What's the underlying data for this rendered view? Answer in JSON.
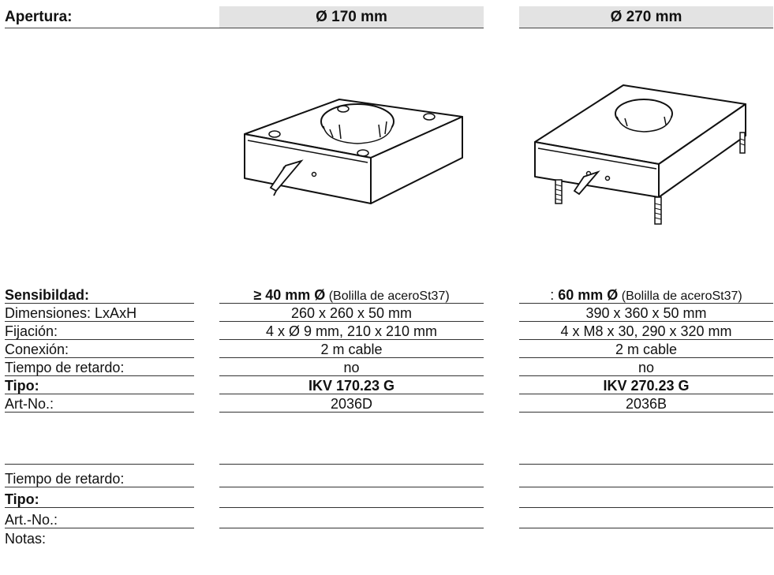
{
  "header": {
    "label": "Apertura:",
    "col1": "Ø 170 mm",
    "col2": "Ø 270 mm"
  },
  "rows": [
    {
      "label": "Sensibildad:",
      "bold": true,
      "col1_bold": "≥ 40 mm Ø",
      "col1_rest": " (Bolilla de aceroSt37)",
      "col2_prefix": ": ",
      "col2_bold": "60 mm Ø",
      "col2_rest": " (Bolilla de aceroSt37)"
    },
    {
      "label": "Dimensiones: LxAxH",
      "col1": "260 x 260 x 50 mm",
      "col2": "390 x 360 x 50 mm"
    },
    {
      "label": "Fijación:",
      "col1": "4 x Ø 9 mm, 210 x 210 mm",
      "col2": "4 x M8 x 30, 290 x 320 mm"
    },
    {
      "label": "Conexión:",
      "col1": "2 m cable",
      "col2": "2 m cable"
    },
    {
      "label": "Tiempo de retardo:",
      "col1": "no",
      "col2": "no"
    },
    {
      "label": "Tipo:",
      "col1": "IKV 170.23 G",
      "col2": "IKV 270.23 G"
    },
    {
      "label": "Art-No.:",
      "col1": "2036D",
      "col2": "2036B"
    },
    {
      "label": "",
      "col1": "",
      "col2": ""
    },
    {
      "label": "Tiempo de retardo:",
      "col1": "",
      "col2": ""
    },
    {
      "label": "Tipo:",
      "col1": "",
      "col2": ""
    },
    {
      "label": "Art.-No.:",
      "col1": "",
      "col2": ""
    },
    {
      "label": "Notas:"
    }
  ]
}
